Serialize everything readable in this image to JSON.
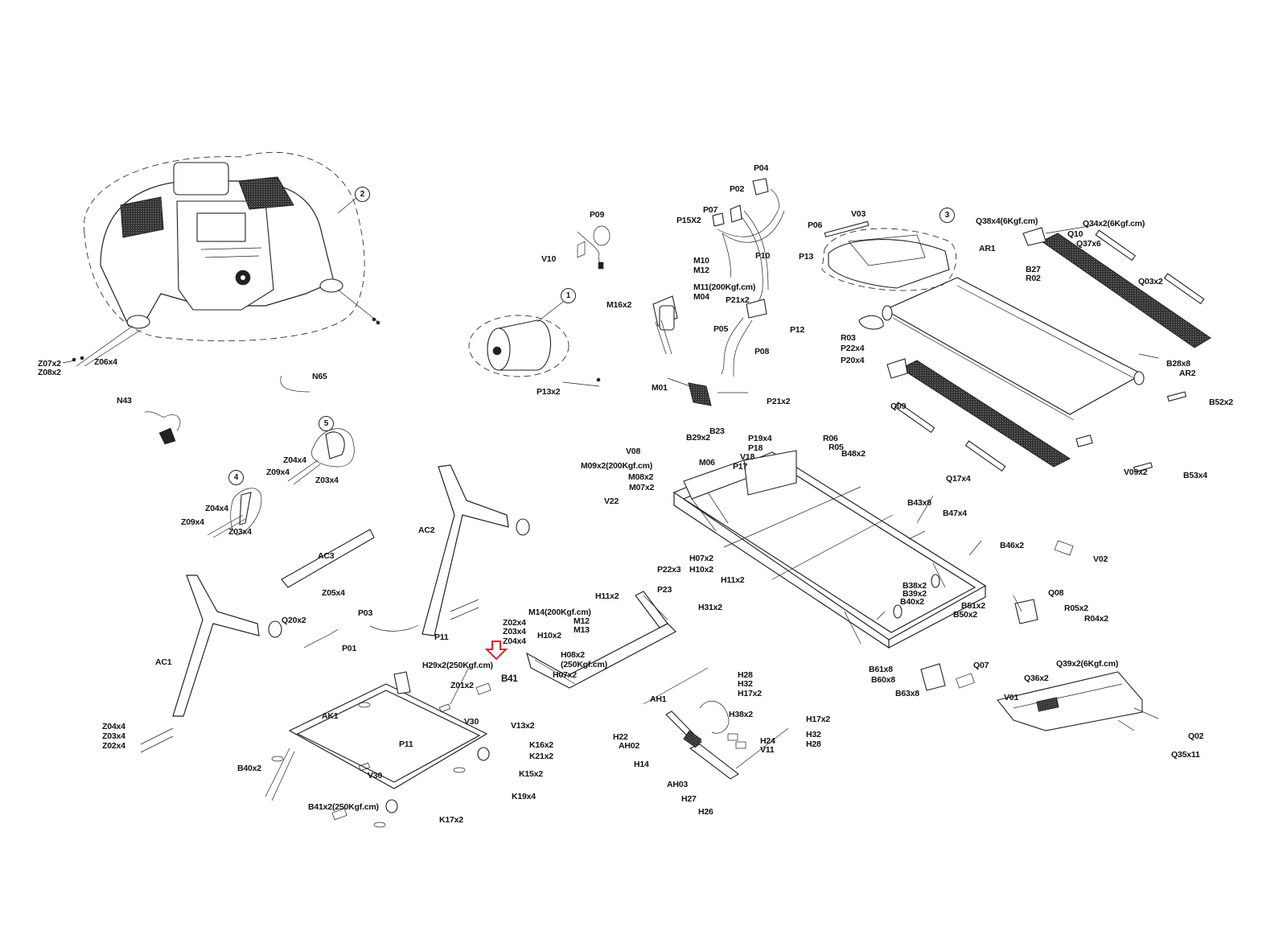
{
  "diagram": {
    "title": "Treadmill exploded parts diagram",
    "highlight_color": "#d42a2a",
    "highlighted_part": "B41",
    "assemblies": [
      {
        "id": "1",
        "name": "motor"
      },
      {
        "id": "2",
        "name": "console"
      },
      {
        "id": "3",
        "name": "motor-cover"
      },
      {
        "id": "4",
        "name": "handle-grip-left"
      },
      {
        "id": "5",
        "name": "handle-grip-right"
      }
    ],
    "labels": {
      "z07x2": "Z07x2",
      "z08x2": "Z08x2",
      "z06x4": "Z06x4",
      "n65": "N65",
      "n43": "N43",
      "z04x4_a": "Z04x4",
      "z09x4_a": "Z09x4",
      "z03x4_a": "Z03x4",
      "z04x4_b": "Z04x4",
      "z09x4_b": "Z09x4",
      "z03x4_b": "Z03x4",
      "ac3": "AC3",
      "z05x4": "Z05x4",
      "ac2": "AC2",
      "ac1": "AC1",
      "q20x2": "Q20x2",
      "p01": "P01",
      "p03": "P03",
      "p11_a": "P11",
      "z02x4_a": "Z02x4",
      "z03x4_c": "Z03x4",
      "z04x4_c": "Z04x4",
      "z04x4_d": "Z04x4",
      "z03x4_d": "Z03x4",
      "z02x4_d": "Z02x4",
      "h29x2": "H29x2(250Kgf.cm)",
      "b41": "B41",
      "z01x2": "Z01x2",
      "v30_a": "V30",
      "v13x2": "V13x2",
      "ak1": "AK1",
      "p11_b": "P11",
      "v30_b": "V30",
      "b40x2": "B40x2",
      "b41x2": "B41x2(250Kgf.cm)",
      "k16x2": "K16x2",
      "k21x2": "K21x2",
      "k15x2": "K15x2",
      "k19x4": "K19x4",
      "k17x2": "K17x2",
      "p09": "P09",
      "v10": "V10",
      "p13x2": "P13x2",
      "m10": "M10",
      "m12_a": "M12",
      "m11": "M11(200Kgf.cm)",
      "m04": "M04",
      "m16x2": "M16x2",
      "p04": "P04",
      "p02": "P02",
      "p07": "P07",
      "p15x2": "P15X2",
      "p06": "P06",
      "p10": "P10",
      "p13": "P13",
      "p21x2_a": "P21x2",
      "p12": "P12",
      "p05": "P05",
      "p08": "P08",
      "m01": "M01",
      "p21x2_b": "P21x2",
      "v03": "V03",
      "q38x4": "Q38x4(6Kgf.cm)",
      "ar1": "AR1",
      "q34x2": "Q34x2(6Kgf.cm)",
      "q10": "Q10",
      "q37x6": "Q37x6",
      "b27": "B27",
      "r02": "R02",
      "q03x2": "Q03x2",
      "r03": "R03",
      "p22x4": "P22x4",
      "p20x4": "P20x4",
      "b28x8": "B28x8",
      "ar2": "AR2",
      "q09": "Q09",
      "b52x2": "B52x2",
      "q17x4": "Q17x4",
      "v09x2": "V09x2",
      "b53x4": "B53x4",
      "b29x2": "B29x2",
      "b23": "B23",
      "p19x4": "P19x4",
      "p18": "P18",
      "v18": "V18",
      "p17": "P17",
      "r06": "R06",
      "r05": "R05",
      "b48x2": "B48x2",
      "v08": "V08",
      "m06": "M06",
      "m09x2": "M09x2(200Kgf.cm)",
      "m08x2": "M08x2",
      "m07x2": "M07x2",
      "v22": "V22",
      "b43x8": "B43x8",
      "b47x4": "B47x4",
      "b46x2": "B46x2",
      "p22x3": "P22x3",
      "p23": "P23",
      "h07x2_a": "H07x2",
      "h10x2_a": "H10x2",
      "h11x2_a": "H11x2",
      "b38x2": "B38x2",
      "b39x2": "B39x2",
      "b40x2_b": "B40x2",
      "b51x2": "B51x2",
      "b50x2": "B50x2",
      "v02": "V02",
      "q08": "Q08",
      "r05x2": "R05x2",
      "r04x2": "R04x2",
      "q39x2": "Q39x2(6Kgf.cm)",
      "q36x2": "Q36x2",
      "b61x8": "B61x8",
      "b60x8": "B60x8",
      "b63x8": "B63x8",
      "q07": "Q07",
      "v01": "V01",
      "q02": "Q02",
      "q35x11": "Q35x11",
      "m14": "M14(200Kgf.cm)",
      "m12_b": "M12",
      "m13": "M13",
      "h11x2_b": "H11x2",
      "h31x2": "H31x2",
      "h10x2_b": "H10x2",
      "h08x2": "H08x2",
      "h08x2_torque": "(250Kgf.cm)",
      "h07x2_b": "H07x2",
      "ah1": "AH1",
      "h28_a": "H28",
      "h32_a": "H32",
      "h17x2_a": "H17x2",
      "h38x2": "H38x2",
      "h22": "H22",
      "ah02": "AH02",
      "h14": "H14",
      "h24": "H24",
      "v11": "V11",
      "h17x2_b": "H17x2",
      "h32_b": "H32",
      "h28_b": "H28",
      "ah03": "AH03",
      "h27": "H27",
      "h26": "H26"
    }
  }
}
